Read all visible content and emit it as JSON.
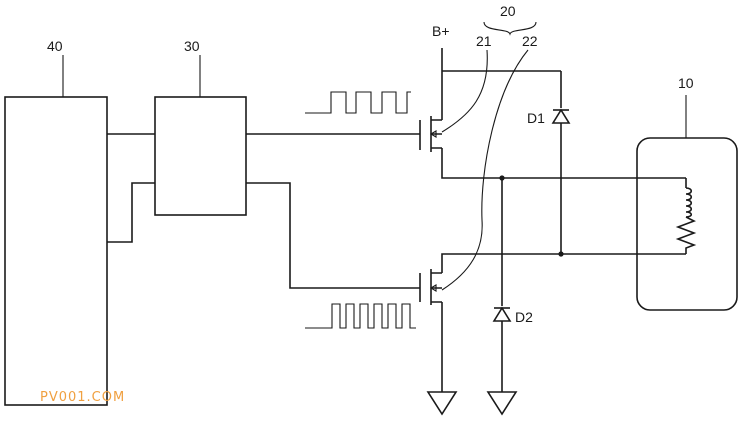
{
  "labels": {
    "ref_40": "40",
    "ref_30": "30",
    "ref_20": "20",
    "ref_21": "21",
    "ref_22": "22",
    "ref_10": "10",
    "supply": "B+",
    "diode_1": "D1",
    "diode_2": "D2"
  },
  "watermark": "PV001.COM",
  "colors": {
    "line": "#1a1a1a",
    "watermark": "#f0a040",
    "background": "#ffffff"
  }
}
